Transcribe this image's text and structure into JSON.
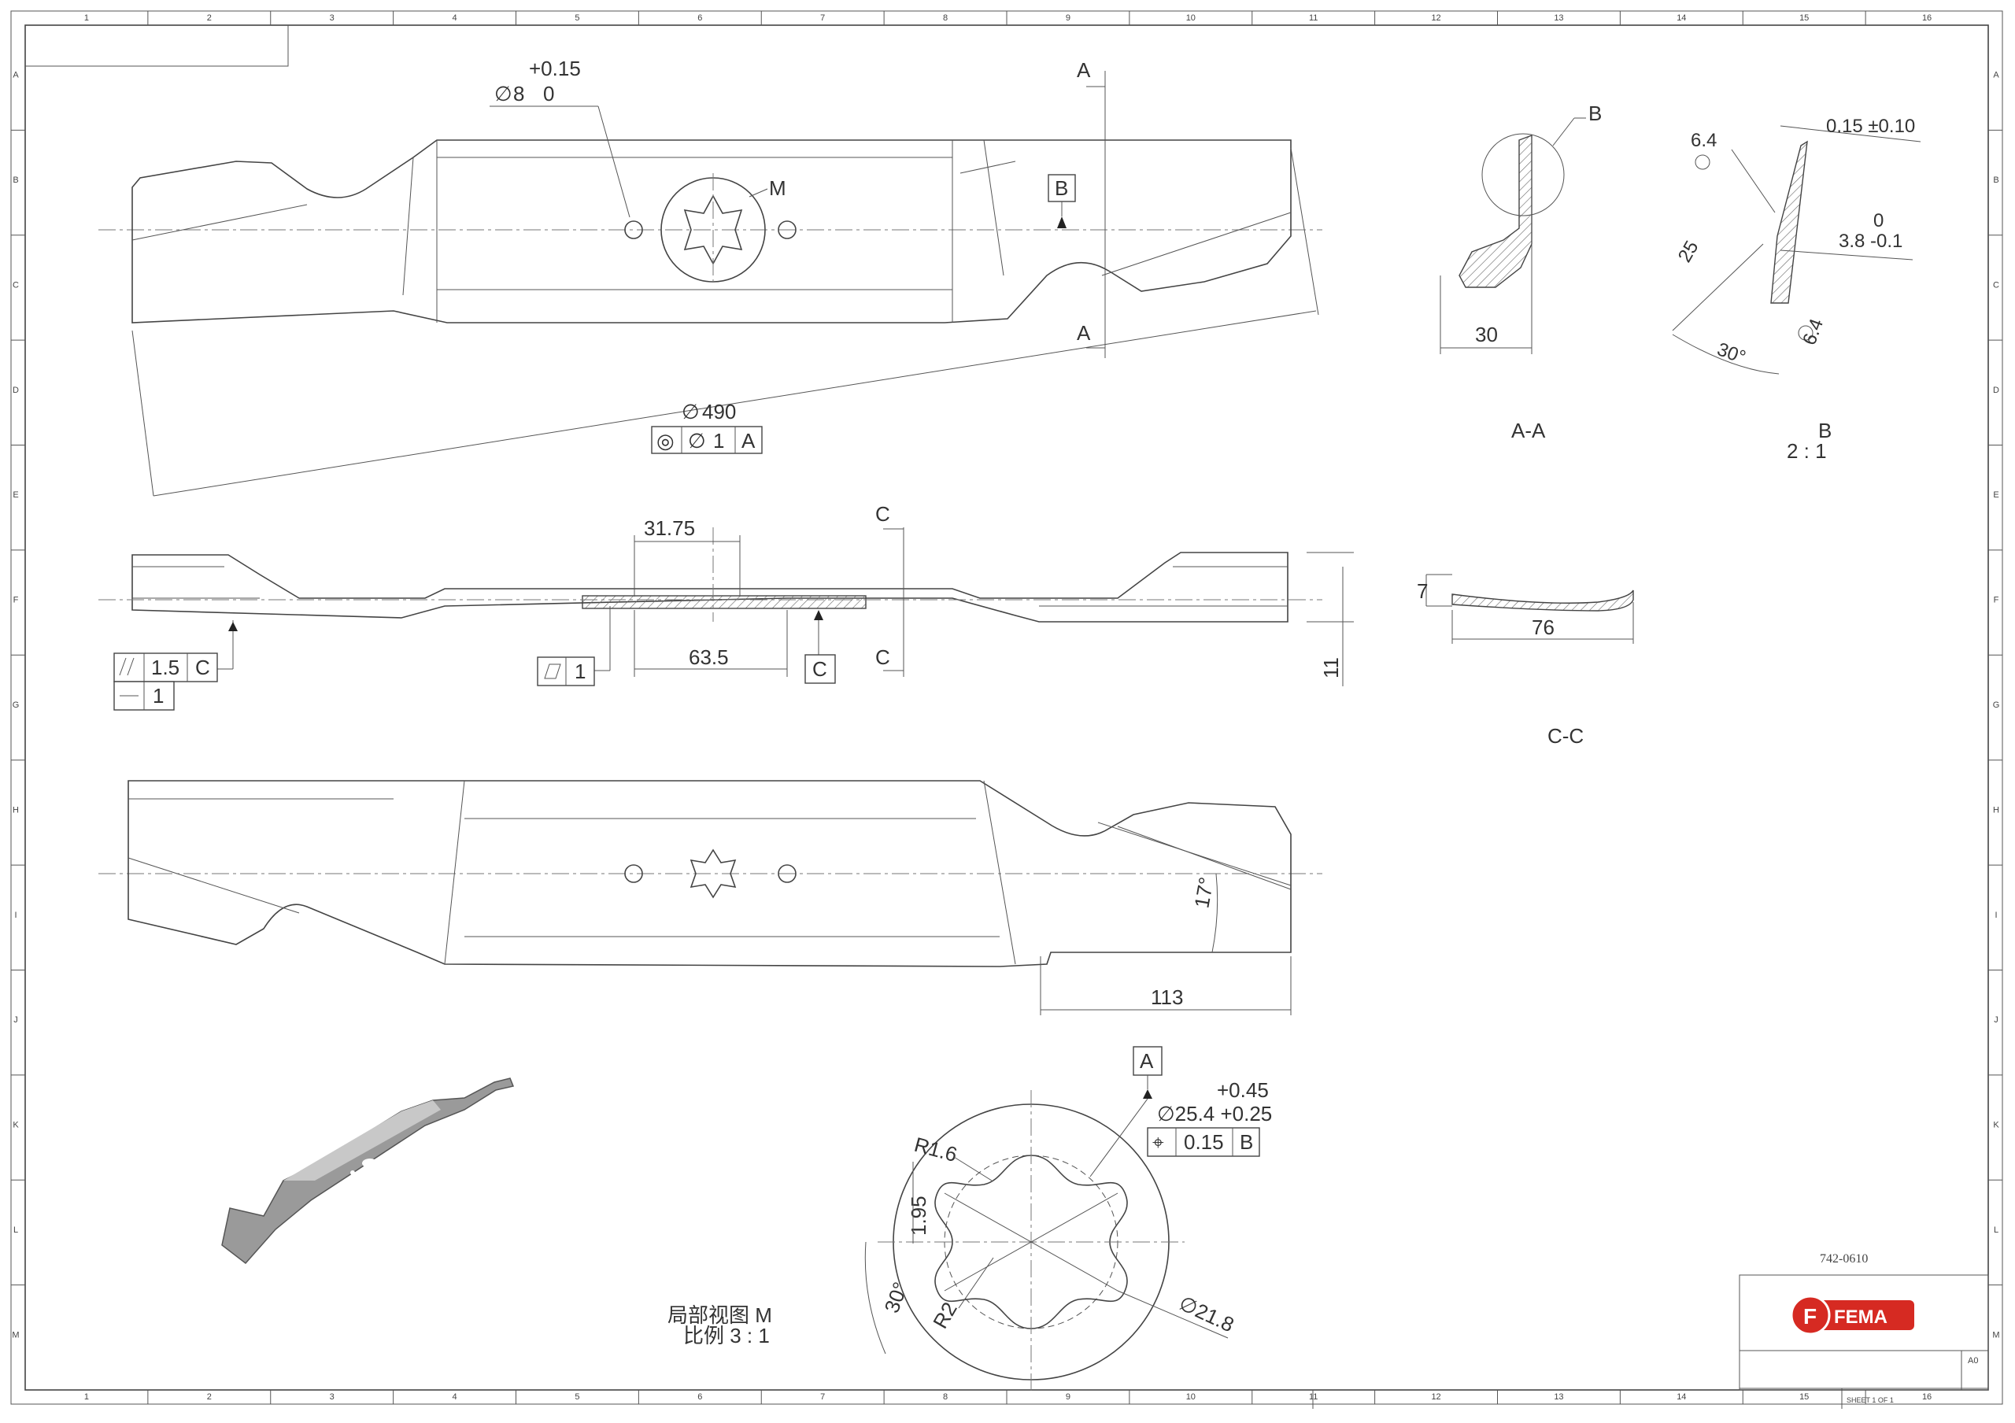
{
  "title_block": {
    "part_number": "742-0610",
    "company": "FEMA",
    "logo_letter": "F",
    "size": "A0",
    "sheet": "SHEET 1 OF 1"
  },
  "border": {
    "columns": [
      "1",
      "2",
      "3",
      "4",
      "5",
      "6",
      "7",
      "8",
      "9",
      "10",
      "11",
      "12",
      "13",
      "14",
      "15",
      "16"
    ],
    "rows": [
      "A",
      "B",
      "C",
      "D",
      "E",
      "F",
      "G",
      "H",
      "I",
      "J",
      "K",
      "L",
      "M"
    ]
  },
  "top_view": {
    "hole_tolerance_upper": "+0.15",
    "hole_symbol": "∅",
    "hole_value": "8",
    "hole_tolerance_lower": "0",
    "detail_label": "M",
    "datum_b": "B",
    "section_a_top": "A",
    "section_a_bottom": "A",
    "diameter_symbol": "∅",
    "diameter_value": "490",
    "fcf_symbol": "◎",
    "fcf_diameter": "∅",
    "fcf_tolerance": "1",
    "fcf_datum": "A"
  },
  "side_view": {
    "dim_31_75": "31.75",
    "dim_63_5": "63.5",
    "dim_11": "11",
    "section_c_top": "C",
    "section_c_bottom": "C",
    "datum_c": "C",
    "fcf_parallel_value": "1.5",
    "fcf_parallel_datum": "C",
    "fcf_straight_value": "1",
    "fcf_flat_value": "1"
  },
  "bottom_view": {
    "angle": "17°",
    "dim_113": "113"
  },
  "section_aa": {
    "label": "A-A",
    "dim_30": "30",
    "detail_ref": "B"
  },
  "detail_b": {
    "label": "B",
    "scale": "2 : 1",
    "thickness_tol": "0.15 ±0.10",
    "roughness_1": "6.4",
    "roughness_2": "6.4",
    "dim_25": "25",
    "dim_38_upper": "0",
    "dim_38": "3.8 -0.1",
    "angle": "30°"
  },
  "section_cc": {
    "label": "C-C",
    "dim_7": "7",
    "dim_76": "76"
  },
  "detail_m": {
    "caption_line1": "局部视图 M",
    "caption_line2": "比例 3 : 1",
    "datum_a": "A",
    "tol_upper": "+0.45",
    "diameter_main": "∅25.4 +0.25",
    "fcf_position": "⌖",
    "fcf_value": "0.15",
    "fcf_datum": "B",
    "r16": "R1.6",
    "d195": "1.95",
    "angle": "30°",
    "r2": "R2",
    "d218": "∅21.8"
  }
}
